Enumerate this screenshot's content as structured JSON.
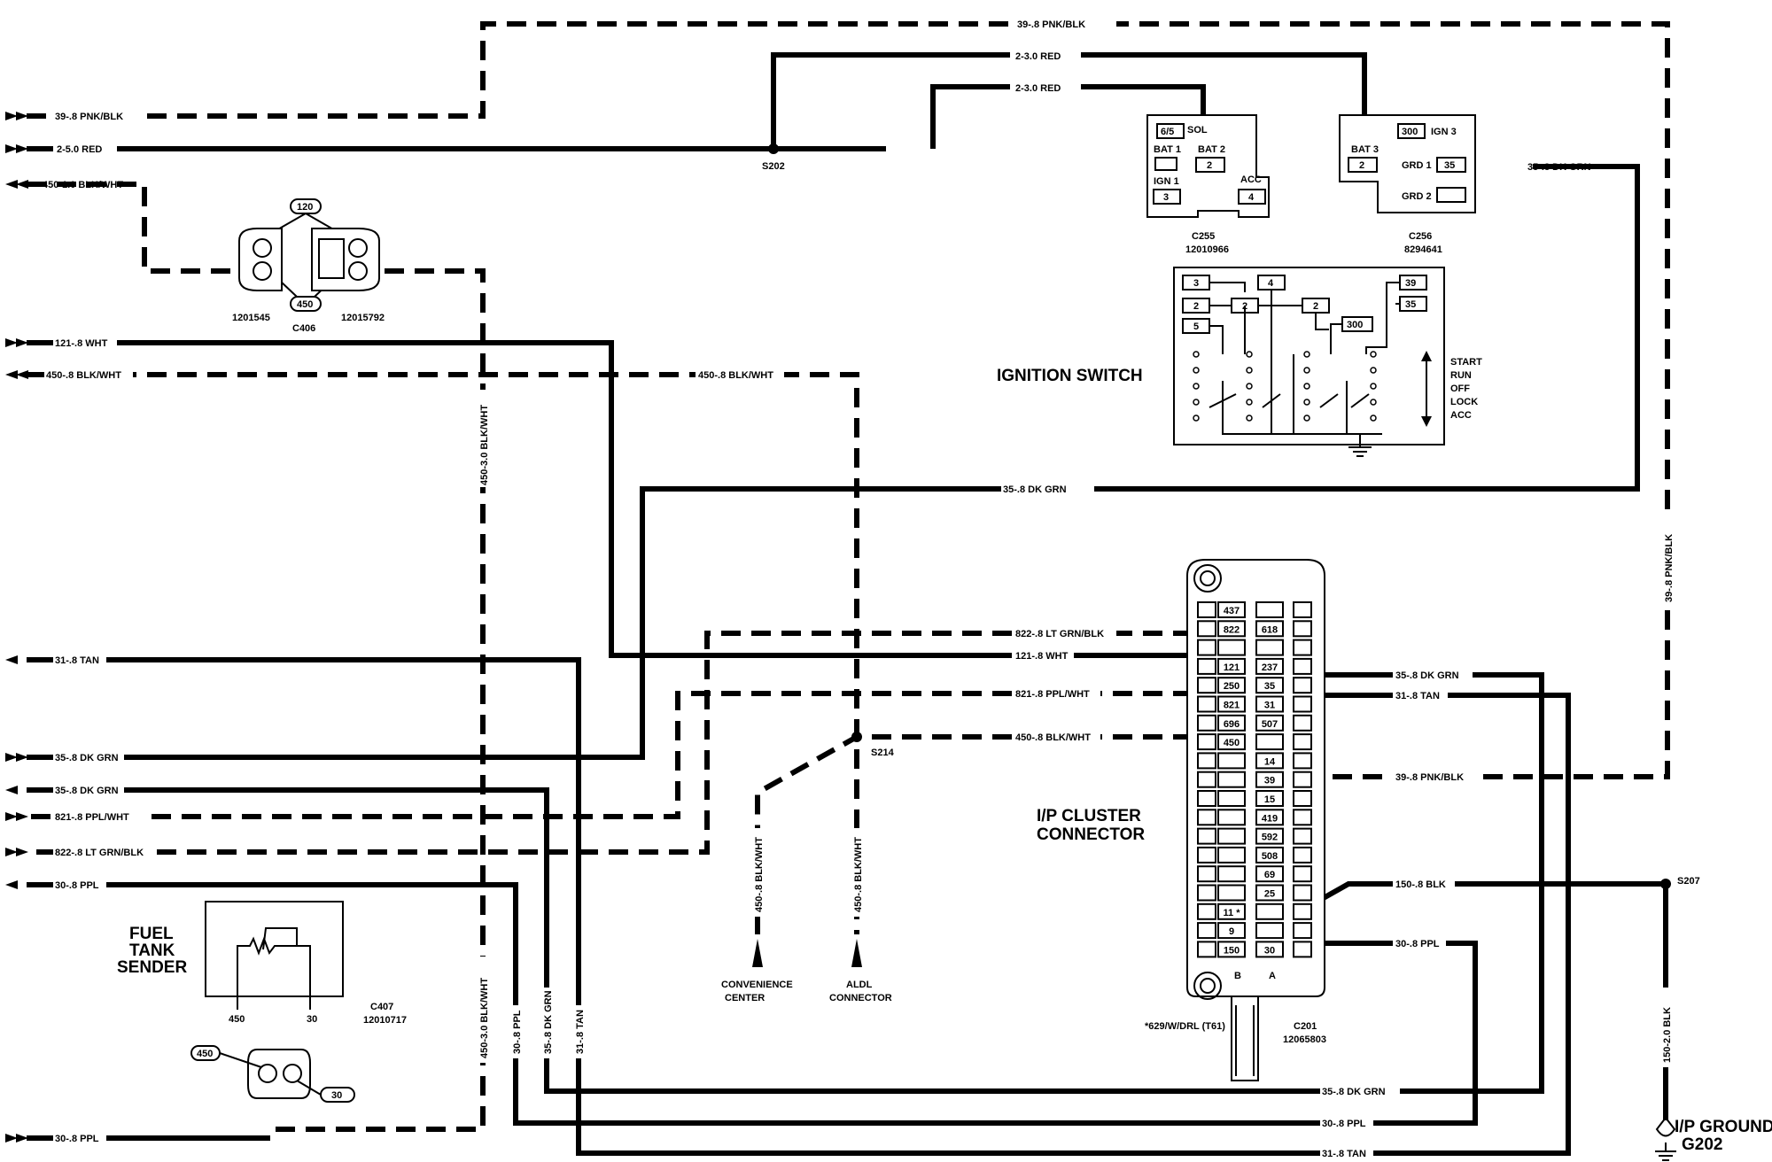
{
  "wire_labels": {
    "w39_pnkblk": "39-.8 PNK/BLK",
    "w2_red_3": "2-3.0 RED",
    "w2_red_5": "2-5.0 RED",
    "w450_blkwht_1": "450-1.0 BLK/WHT",
    "w121_wht": "121-.8 WHT",
    "w450_blkwht_8": "450-.8 BLK/WHT",
    "w35_dkgrn": "35-.8 DK GRN",
    "w31_tan": "31-.8 TAN",
    "w822_ltgrnblk": "822-.8 LT GRN/BLK",
    "w821_pplwht": "821-.8 PPL/WHT",
    "w30_ppl": "30-.8 PPL",
    "w450_3_blkwht": "450-3.0 BLK/WHT",
    "w150_blk": "150-.8 BLK",
    "w150_2_blk": "150-2.0 BLK"
  },
  "splices": {
    "s202": "S202",
    "s214": "S214",
    "s207": "S207"
  },
  "connectors": {
    "c255": "C255",
    "c255_part": "12010966",
    "c256": "C256",
    "c256_part": "8294641",
    "c406": "C406",
    "c406_part_left": "1201545",
    "c406_part_right": "12015792",
    "c407": "C407",
    "c407_part": "12010717",
    "c201": "C201",
    "c201_part": "12065803"
  },
  "c255_pins": {
    "sol": "6/5",
    "sol_label": "SOL",
    "bat1": "BAT 1",
    "bat2": "BAT 2",
    "pin2": "2",
    "ign1": "IGN 1",
    "pin3": "3",
    "acc": "ACC",
    "pin4": "4"
  },
  "c256_pins": {
    "pin300": "300",
    "ign3": "IGN 3",
    "bat3": "BAT 3",
    "pin2": "2",
    "grd1": "GRD 1",
    "pin35": "35",
    "grd2": "GRD 2"
  },
  "c406_pins": {
    "p120": "120",
    "p450": "450"
  },
  "c407_pins": {
    "p450": "450",
    "p30": "30"
  },
  "ignition_switch": {
    "title": "IGNITION SWITCH",
    "positions": [
      "START",
      "RUN",
      "OFF",
      "LOCK",
      "ACC"
    ],
    "terminals": {
      "t3": "3",
      "t4": "4",
      "t2a": "2",
      "t2b": "2",
      "t2c": "2",
      "t5": "5",
      "t39": "39",
      "t35": "35",
      "t300": "300"
    }
  },
  "cluster": {
    "title_line1": "I/P CLUSTER",
    "title_line2": "CONNECTOR",
    "col_b": "B",
    "col_a": "A",
    "b_pins": [
      "437",
      "822",
      "",
      "121",
      "250",
      "821",
      "696",
      "450",
      "",
      "",
      "",
      "",
      "",
      "",
      "",
      "",
      "11 *",
      "9",
      "150"
    ],
    "a_pins": [
      "",
      "618",
      "",
      "237",
      "35",
      "31",
      "507",
      "",
      "14",
      "39",
      "15",
      "419",
      "592",
      "508",
      "69",
      "25",
      "",
      "",
      "30"
    ],
    "footnote": "*629/W/DRL (T61)"
  },
  "components": {
    "fuel_sender_line1": "FUEL",
    "fuel_sender_line2": "TANK",
    "fuel_sender_line3": "SENDER",
    "fuel_pin450": "450",
    "fuel_pin30": "30",
    "convenience_line1": "CONVENIENCE",
    "convenience_line2": "CENTER",
    "aldl_line1": "ALDL",
    "aldl_line2": "CONNECTOR",
    "ground_line1": "I/P GROUND",
    "ground_line2": "G202"
  }
}
